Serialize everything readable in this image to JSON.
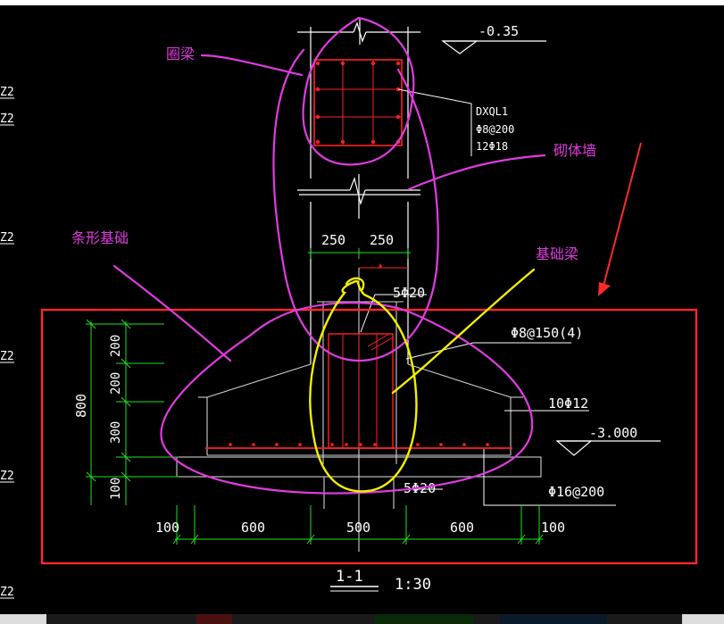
{
  "side_tags": [
    "Z2",
    "Z2",
    "Z2",
    "Z2",
    "Z2",
    "Z2"
  ],
  "elevations": {
    "top": "-0.35",
    "bottom": "-3.000"
  },
  "ring_beam_callout": {
    "code": "DXQL1",
    "stirrup": "Φ8@200",
    "bars": "12Φ18"
  },
  "annotations": {
    "ring_beam": "圈梁",
    "masonry_wall": "砌体墙",
    "strip_foundation": "条形基础",
    "foundation_beam": "基础梁"
  },
  "dimensions": {
    "wall_left": "250",
    "wall_right": "250",
    "height_total": "800",
    "height_segments": [
      "200",
      "200",
      "300",
      "100"
    ],
    "bottom": [
      "100",
      "600",
      "500",
      "600",
      "100"
    ]
  },
  "rebar_labels": {
    "top_bars": "5Φ20",
    "bottom_bars": "5Φ20",
    "beam_stirrup": "Φ8@150(4)",
    "dist_bars": "10Φ12",
    "slab_bars": "Φ16@200"
  },
  "section": {
    "label": "1-1",
    "scale": "1:30"
  },
  "colors": {
    "magenta": "#e03ce0",
    "yellow": "#f4f000",
    "red_frame": "#ff2a2a",
    "rebar": "#ff2020",
    "dim_green": "#22e022",
    "line_white": "#ffffff",
    "line_gray": "#bdbdbd"
  }
}
